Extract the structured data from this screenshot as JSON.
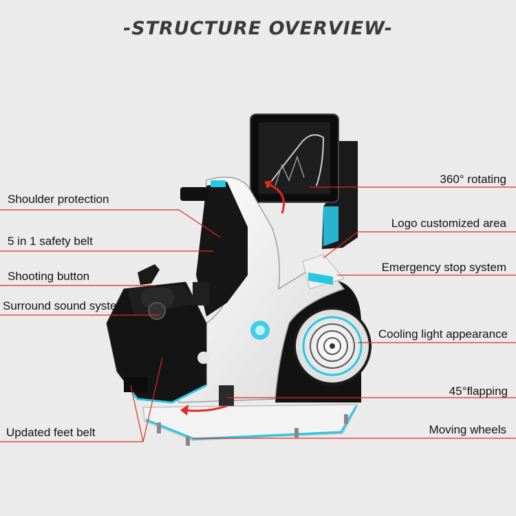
{
  "title": "-STRUCTURE OVERVIEW-",
  "labels": {
    "shoulder": "Shoulder protection",
    "belt": "5 in 1 safety belt",
    "shooting": "Shooting button",
    "sound": "Surround sound system",
    "feet": "Updated feet belt",
    "rotating": "360° rotating",
    "logo": "Logo customized area",
    "emergency": "Emergency stop system",
    "cooling": "Cooling light appearance",
    "flapping": "45°flapping",
    "wheels": "Moving wheels"
  },
  "colors": {
    "leader": "#e0291f",
    "accent": "#27c7e6",
    "body": "#f7f7f7",
    "shell": "#141414"
  }
}
